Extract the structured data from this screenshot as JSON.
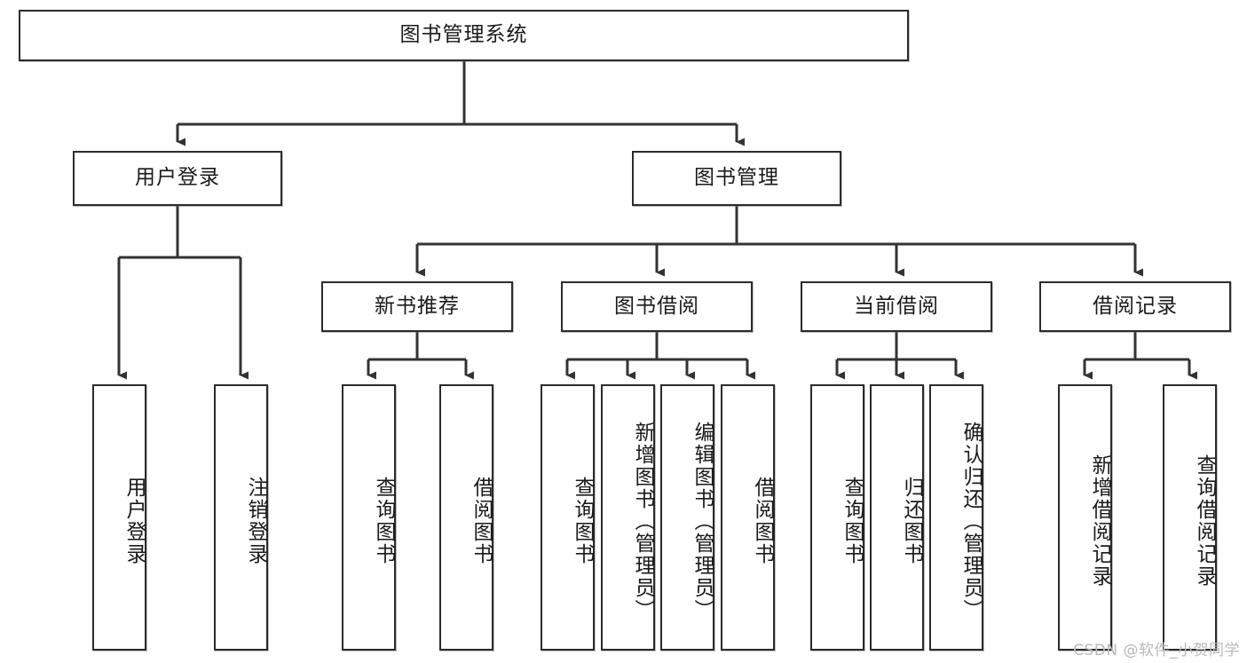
{
  "diagram": {
    "type": "tree-hierarchy-chart",
    "title_text": "图书管理系统",
    "watermark": "CSDN @软件_小贺同学",
    "colors": {
      "box_border": "#2b2b2b",
      "box_fill": "#ffffff",
      "connector": "#333333",
      "text": "#1a1a1a",
      "watermark": "#b9b9b9"
    },
    "nodes": {
      "root": {
        "label": "图书管理系统"
      },
      "level2": [
        {
          "id": "user-login",
          "label": "用户登录"
        },
        {
          "id": "book-management",
          "label": "图书管理"
        }
      ],
      "level3": [
        {
          "id": "new-book-recommend",
          "label": "新书推荐"
        },
        {
          "id": "book-borrow",
          "label": "图书借阅"
        },
        {
          "id": "current-borrow",
          "label": "当前借阅"
        },
        {
          "id": "borrow-record",
          "label": "借阅记录"
        }
      ],
      "leaves": {
        "user_login": [
          {
            "id": "leaf-user-login",
            "label": "用户登录"
          },
          {
            "id": "leaf-logout-login",
            "label": "注销登录"
          }
        ],
        "new_book_recommend": [
          {
            "id": "leaf-query-book-1",
            "label": "查询图书"
          },
          {
            "id": "leaf-borrow-book-1",
            "label": "借阅图书"
          }
        ],
        "book_borrow": [
          {
            "id": "leaf-query-book-2",
            "label": "查询图书"
          },
          {
            "id": "leaf-add-book",
            "label": "新增图书（管理员）"
          },
          {
            "id": "leaf-edit-book",
            "label": "编辑图书（管理员）"
          },
          {
            "id": "leaf-borrow-book-2",
            "label": "借阅图书"
          }
        ],
        "current_borrow": [
          {
            "id": "leaf-query-book-3",
            "label": "查询图书"
          },
          {
            "id": "leaf-return-book",
            "label": "归还图书"
          },
          {
            "id": "leaf-confirm-return",
            "label": "确认归还（管理员）"
          }
        ],
        "borrow_record": [
          {
            "id": "leaf-add-record",
            "label": "新增借阅记录"
          },
          {
            "id": "leaf-query-record",
            "label": "查询借阅记录"
          }
        ]
      }
    }
  }
}
